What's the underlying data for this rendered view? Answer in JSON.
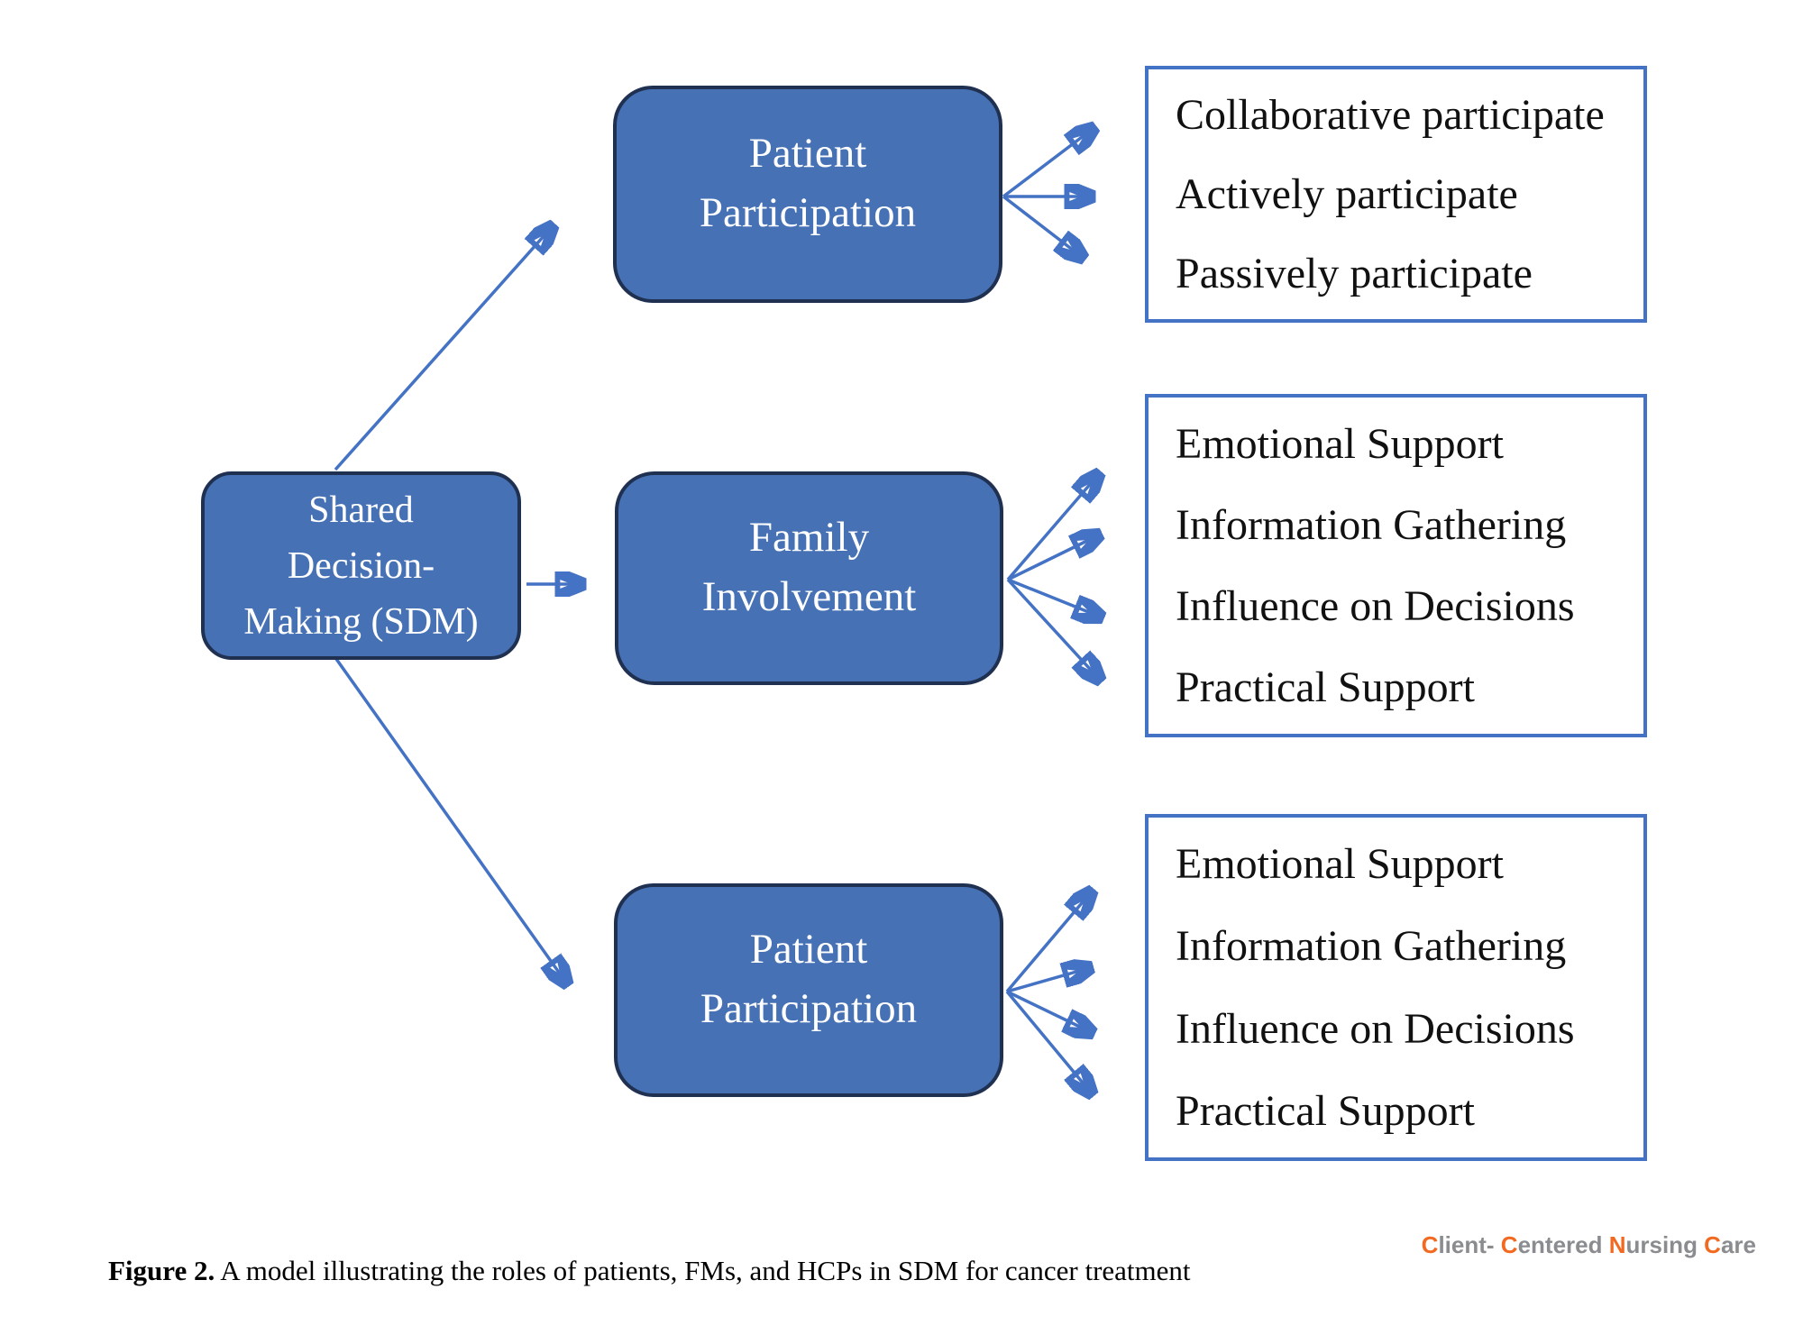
{
  "figure": {
    "caption_label": "Figure 2.",
    "caption_text": " A model illustrating the roles of patients, FMs, and HCPs in SDM for cancer treatment"
  },
  "diagram": {
    "root": {
      "lines": [
        "Shared",
        "Decision-",
        "Making (SDM)"
      ]
    },
    "branches": [
      {
        "node_lines": [
          "Patient",
          "Participation"
        ],
        "outcomes": [
          "Collaborative participate",
          "Actively participate",
          "Passively participate"
        ]
      },
      {
        "node_lines": [
          "Family",
          "Involvement"
        ],
        "outcomes": [
          "Emotional Support",
          "Information Gathering",
          "Influence on Decisions",
          "Practical Support"
        ]
      },
      {
        "node_lines": [
          "Patient",
          "Participation"
        ],
        "outcomes": [
          "Emotional Support",
          "Information Gathering",
          "Influence on Decisions",
          "Practical Support"
        ]
      }
    ]
  },
  "logo": {
    "parts": [
      {
        "text": "C",
        "tone": "orange"
      },
      {
        "text": "lient- ",
        "tone": "gray"
      },
      {
        "text": "C",
        "tone": "orange"
      },
      {
        "text": "entered ",
        "tone": "gray"
      },
      {
        "text": "N",
        "tone": "orange"
      },
      {
        "text": "ursing ",
        "tone": "gray"
      },
      {
        "text": "C",
        "tone": "orange"
      },
      {
        "text": "are",
        "tone": "gray"
      }
    ]
  },
  "colors": {
    "node_fill": "#4671B5",
    "node_border": "#1F3050",
    "node_text": "#FFFFFF",
    "list_border": "#4472C4",
    "arrow": "#4472C4",
    "logo_orange": "#F26A21",
    "logo_gray": "#8A8C8F"
  }
}
